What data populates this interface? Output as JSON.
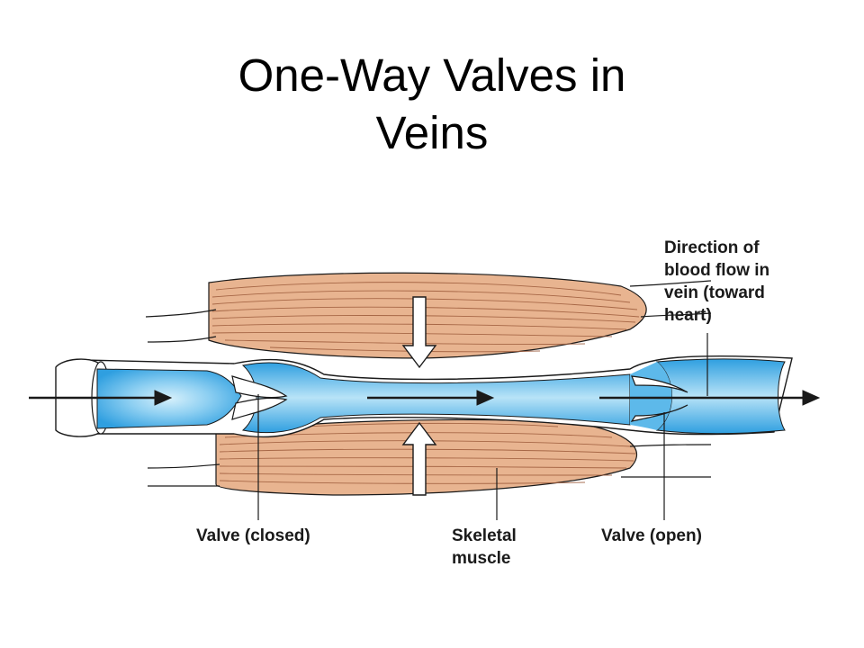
{
  "slide": {
    "title_line1": "One-Way Valves in",
    "title_line2": "Veins"
  },
  "labels": {
    "direction_line1": "Direction of",
    "direction_line2": "blood flow in",
    "direction_line3": "vein (toward",
    "direction_line4": "heart)",
    "valve_closed": "Valve (closed)",
    "skeletal_line1": "Skeletal",
    "skeletal_line2": "muscle",
    "valve_open": "Valve (open)"
  },
  "colors": {
    "blood": "#3aaee8",
    "blood_highlight": "#bfe6f8",
    "muscle": "#e8b490",
    "muscle_fiber": "#9c5a3a",
    "outline": "#1a1a1a",
    "vein_wall": "#ffffff"
  }
}
